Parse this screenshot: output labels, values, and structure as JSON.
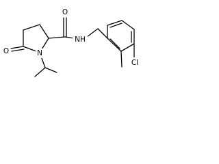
{
  "molecule": {
    "atom_labels": {
      "carbonyl_oxygen": "O",
      "amide_nitrogen": "NH",
      "ring_nitrogen": "N",
      "lactam_oxygen": "O",
      "chlorine": "Cl"
    }
  },
  "colors": {
    "bond": "#000000",
    "label": "#000000",
    "background": "#ffffff"
  }
}
